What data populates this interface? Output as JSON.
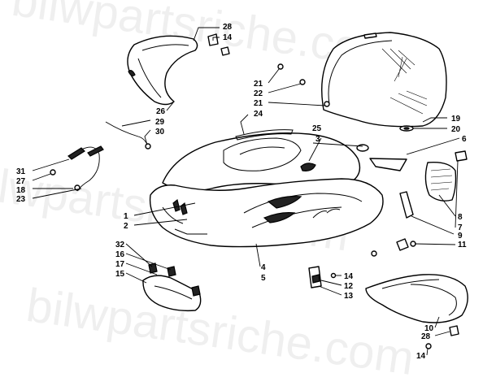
{
  "watermark": "bilwpartsriche.com",
  "callouts": [
    {
      "id": "c28a",
      "num": "28"
    },
    {
      "id": "c14a",
      "num": "14"
    },
    {
      "id": "c21a",
      "num": "21"
    },
    {
      "id": "c22",
      "num": "22"
    },
    {
      "id": "c21b",
      "num": "21"
    },
    {
      "id": "c24",
      "num": "24"
    },
    {
      "id": "c26",
      "num": "26"
    },
    {
      "id": "c29",
      "num": "29"
    },
    {
      "id": "c30",
      "num": "30"
    },
    {
      "id": "c19",
      "num": "19"
    },
    {
      "id": "c20",
      "num": "20"
    },
    {
      "id": "c25",
      "num": "25"
    },
    {
      "id": "c3",
      "num": "3"
    },
    {
      "id": "c6",
      "num": "6"
    },
    {
      "id": "c31",
      "num": "31"
    },
    {
      "id": "c27",
      "num": "27"
    },
    {
      "id": "c18",
      "num": "18"
    },
    {
      "id": "c23",
      "num": "23"
    },
    {
      "id": "c1",
      "num": "1"
    },
    {
      "id": "c2",
      "num": "2"
    },
    {
      "id": "c8",
      "num": "8"
    },
    {
      "id": "c7",
      "num": "7"
    },
    {
      "id": "c9",
      "num": "9"
    },
    {
      "id": "c32",
      "num": "32"
    },
    {
      "id": "c16",
      "num": "16"
    },
    {
      "id": "c17",
      "num": "17"
    },
    {
      "id": "c15",
      "num": "15"
    },
    {
      "id": "c4",
      "num": "4"
    },
    {
      "id": "c5",
      "num": "5"
    },
    {
      "id": "c11",
      "num": "11"
    },
    {
      "id": "c14b",
      "num": "14"
    },
    {
      "id": "c12",
      "num": "12"
    },
    {
      "id": "c13",
      "num": "13"
    },
    {
      "id": "c10",
      "num": "10"
    },
    {
      "id": "c28b",
      "num": "28"
    },
    {
      "id": "c14c",
      "num": "14"
    }
  ]
}
